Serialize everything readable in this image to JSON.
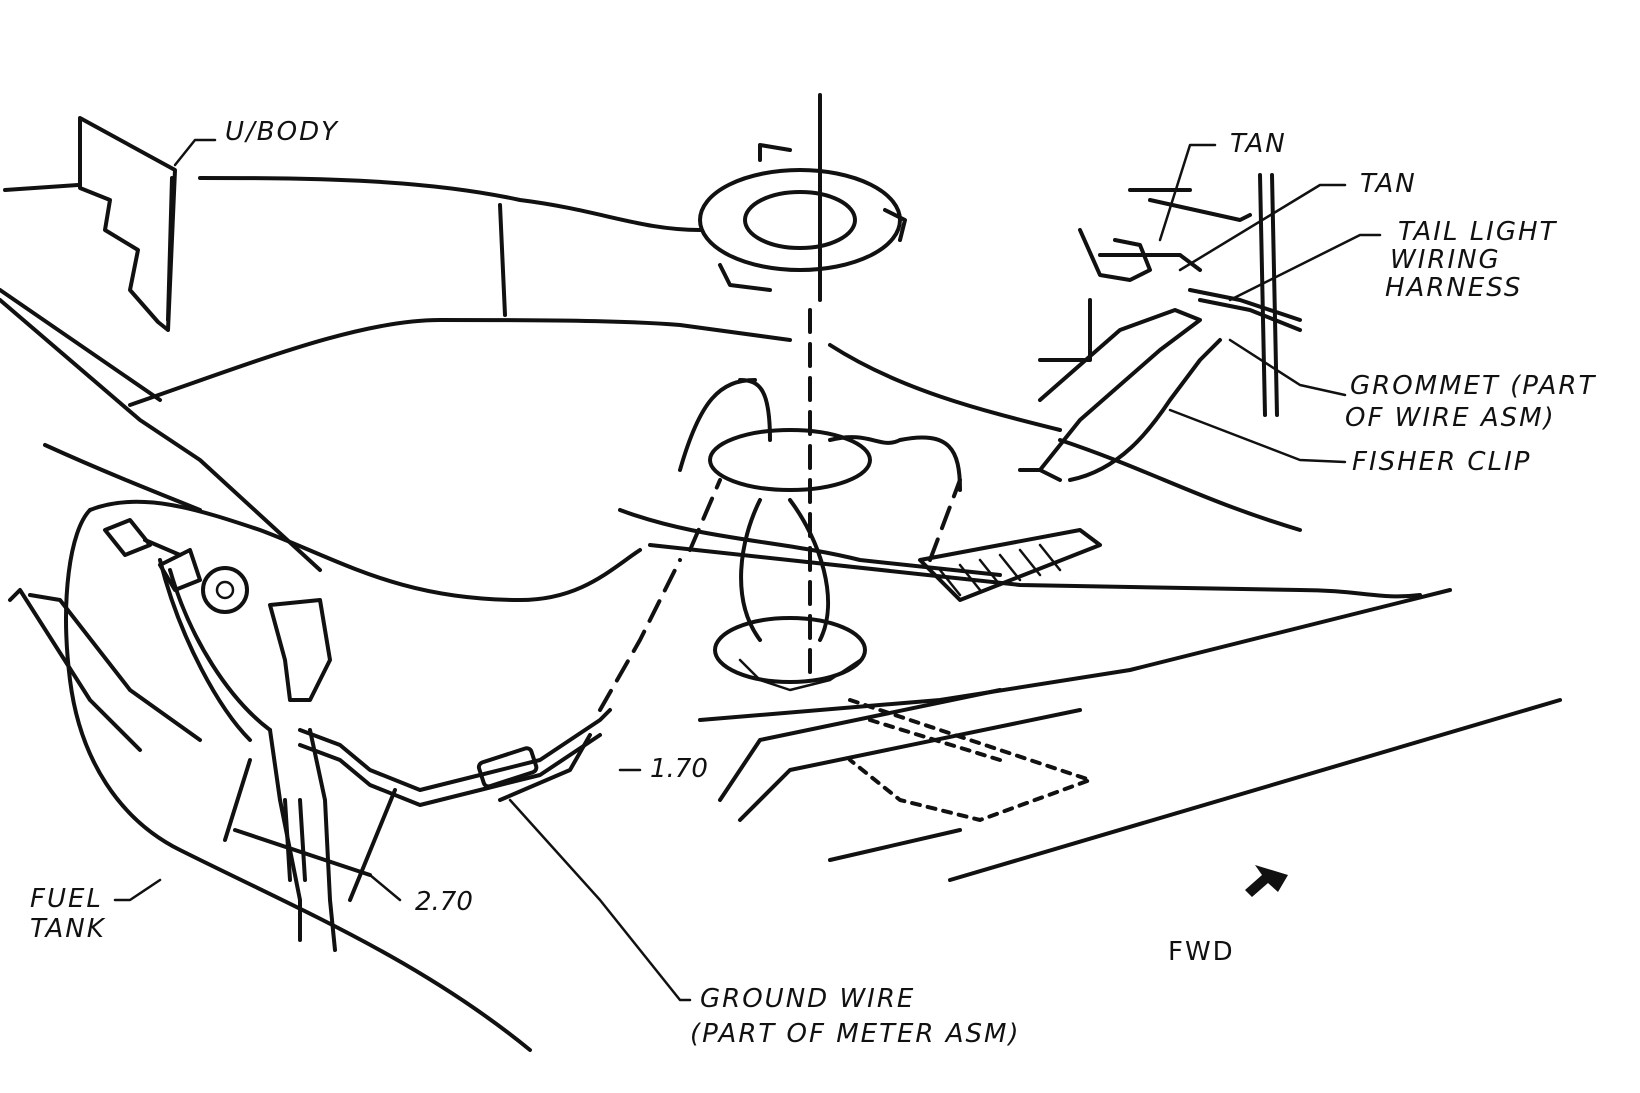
{
  "labels": {
    "underbody": "U/BODY",
    "tan_1": "TAN",
    "tan_2": "TAN",
    "tail_light_line1": "TAIL LIGHT",
    "tail_light_line2": "WIRING",
    "tail_light_line3": "HARNESS",
    "grommet_line1": "GROMMET (PART",
    "grommet_line2": "OF WIRE ASM)",
    "fisher_clip": "FISHER CLIP",
    "dimension_1": "1.70",
    "dimension_2": "2.70",
    "fuel_tank_line1": "FUEL",
    "fuel_tank_line2": "TANK",
    "ground_wire_line1": "GROUND WIRE",
    "ground_wire_line2": "(PART OF METER ASM)",
    "fwd": "FWD"
  },
  "icons": {
    "forward_arrow": "arrow-down-left-icon"
  },
  "colors": {
    "ink": "#111111",
    "paper": "#ffffff"
  }
}
